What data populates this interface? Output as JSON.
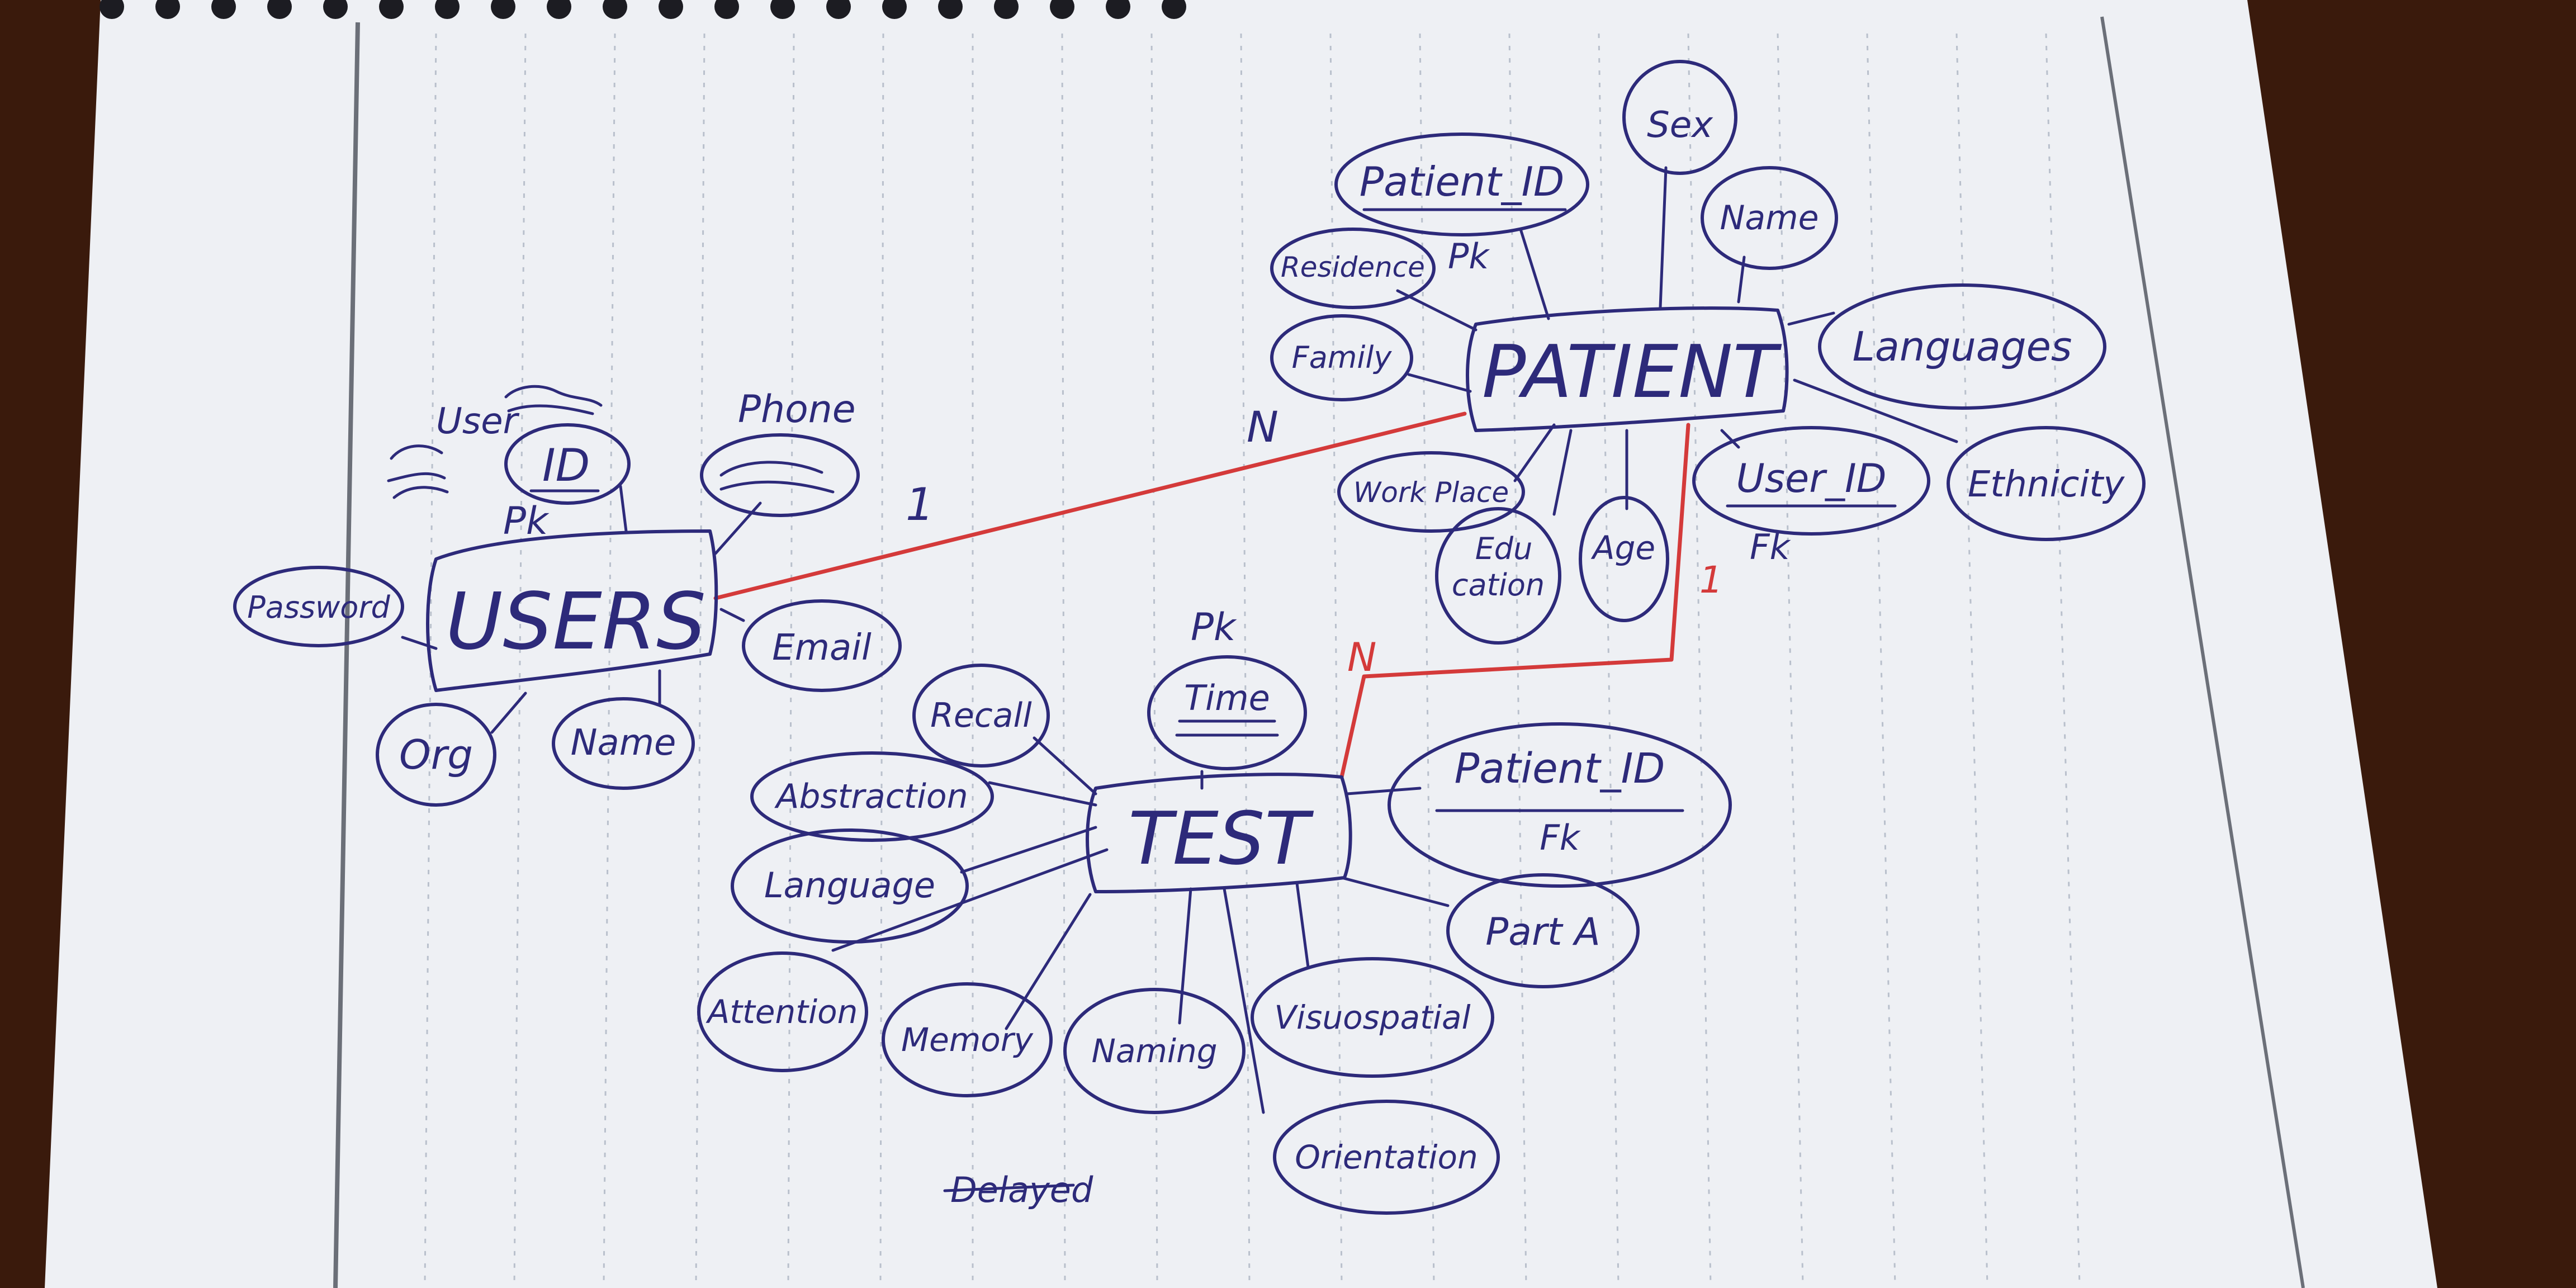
{
  "entities": {
    "users": "USERS",
    "patient": "PATIENT",
    "test": "TEST"
  },
  "users_attributes": {
    "user_id_prefix": "User",
    "user_id": "ID",
    "user_id_key": "Pk",
    "phone": "Phone",
    "password": "Password",
    "email": "Email",
    "org": "Org",
    "name": "Name"
  },
  "patient_attributes": {
    "patient_id": "Patient_ID",
    "patient_id_key": "Pk",
    "sex": "Sex",
    "name": "Name",
    "residence": "Residence",
    "family": "Family",
    "languages": "Languages",
    "ethnicity": "Ethnicity",
    "user_id": "User_ID",
    "user_id_key": "Fk",
    "work_place": "Work Place",
    "education_line1": "Edu",
    "education_line2": "cation",
    "age": "Age"
  },
  "test_attributes": {
    "time_key": "Pk",
    "time": "Time",
    "recall": "Recall",
    "abstraction": "Abstraction",
    "language": "Language",
    "attention": "Attention",
    "memory": "Memory",
    "naming": "Naming",
    "visuospatial": "Visuospatial",
    "orientation": "Orientation",
    "patient_id": "Patient_ID",
    "patient_id_key": "Fk",
    "part_a": "Part A",
    "delayed": "Delayed"
  },
  "relationships": {
    "users_patient_one": "1",
    "users_patient_many": "N",
    "patient_test_one": "1",
    "patient_test_many": "N"
  },
  "colors": {
    "ink": "#2d2a7a",
    "relationship": "#d43a3a",
    "paper": "#eef0f4",
    "desk": "#3a1a0c"
  }
}
